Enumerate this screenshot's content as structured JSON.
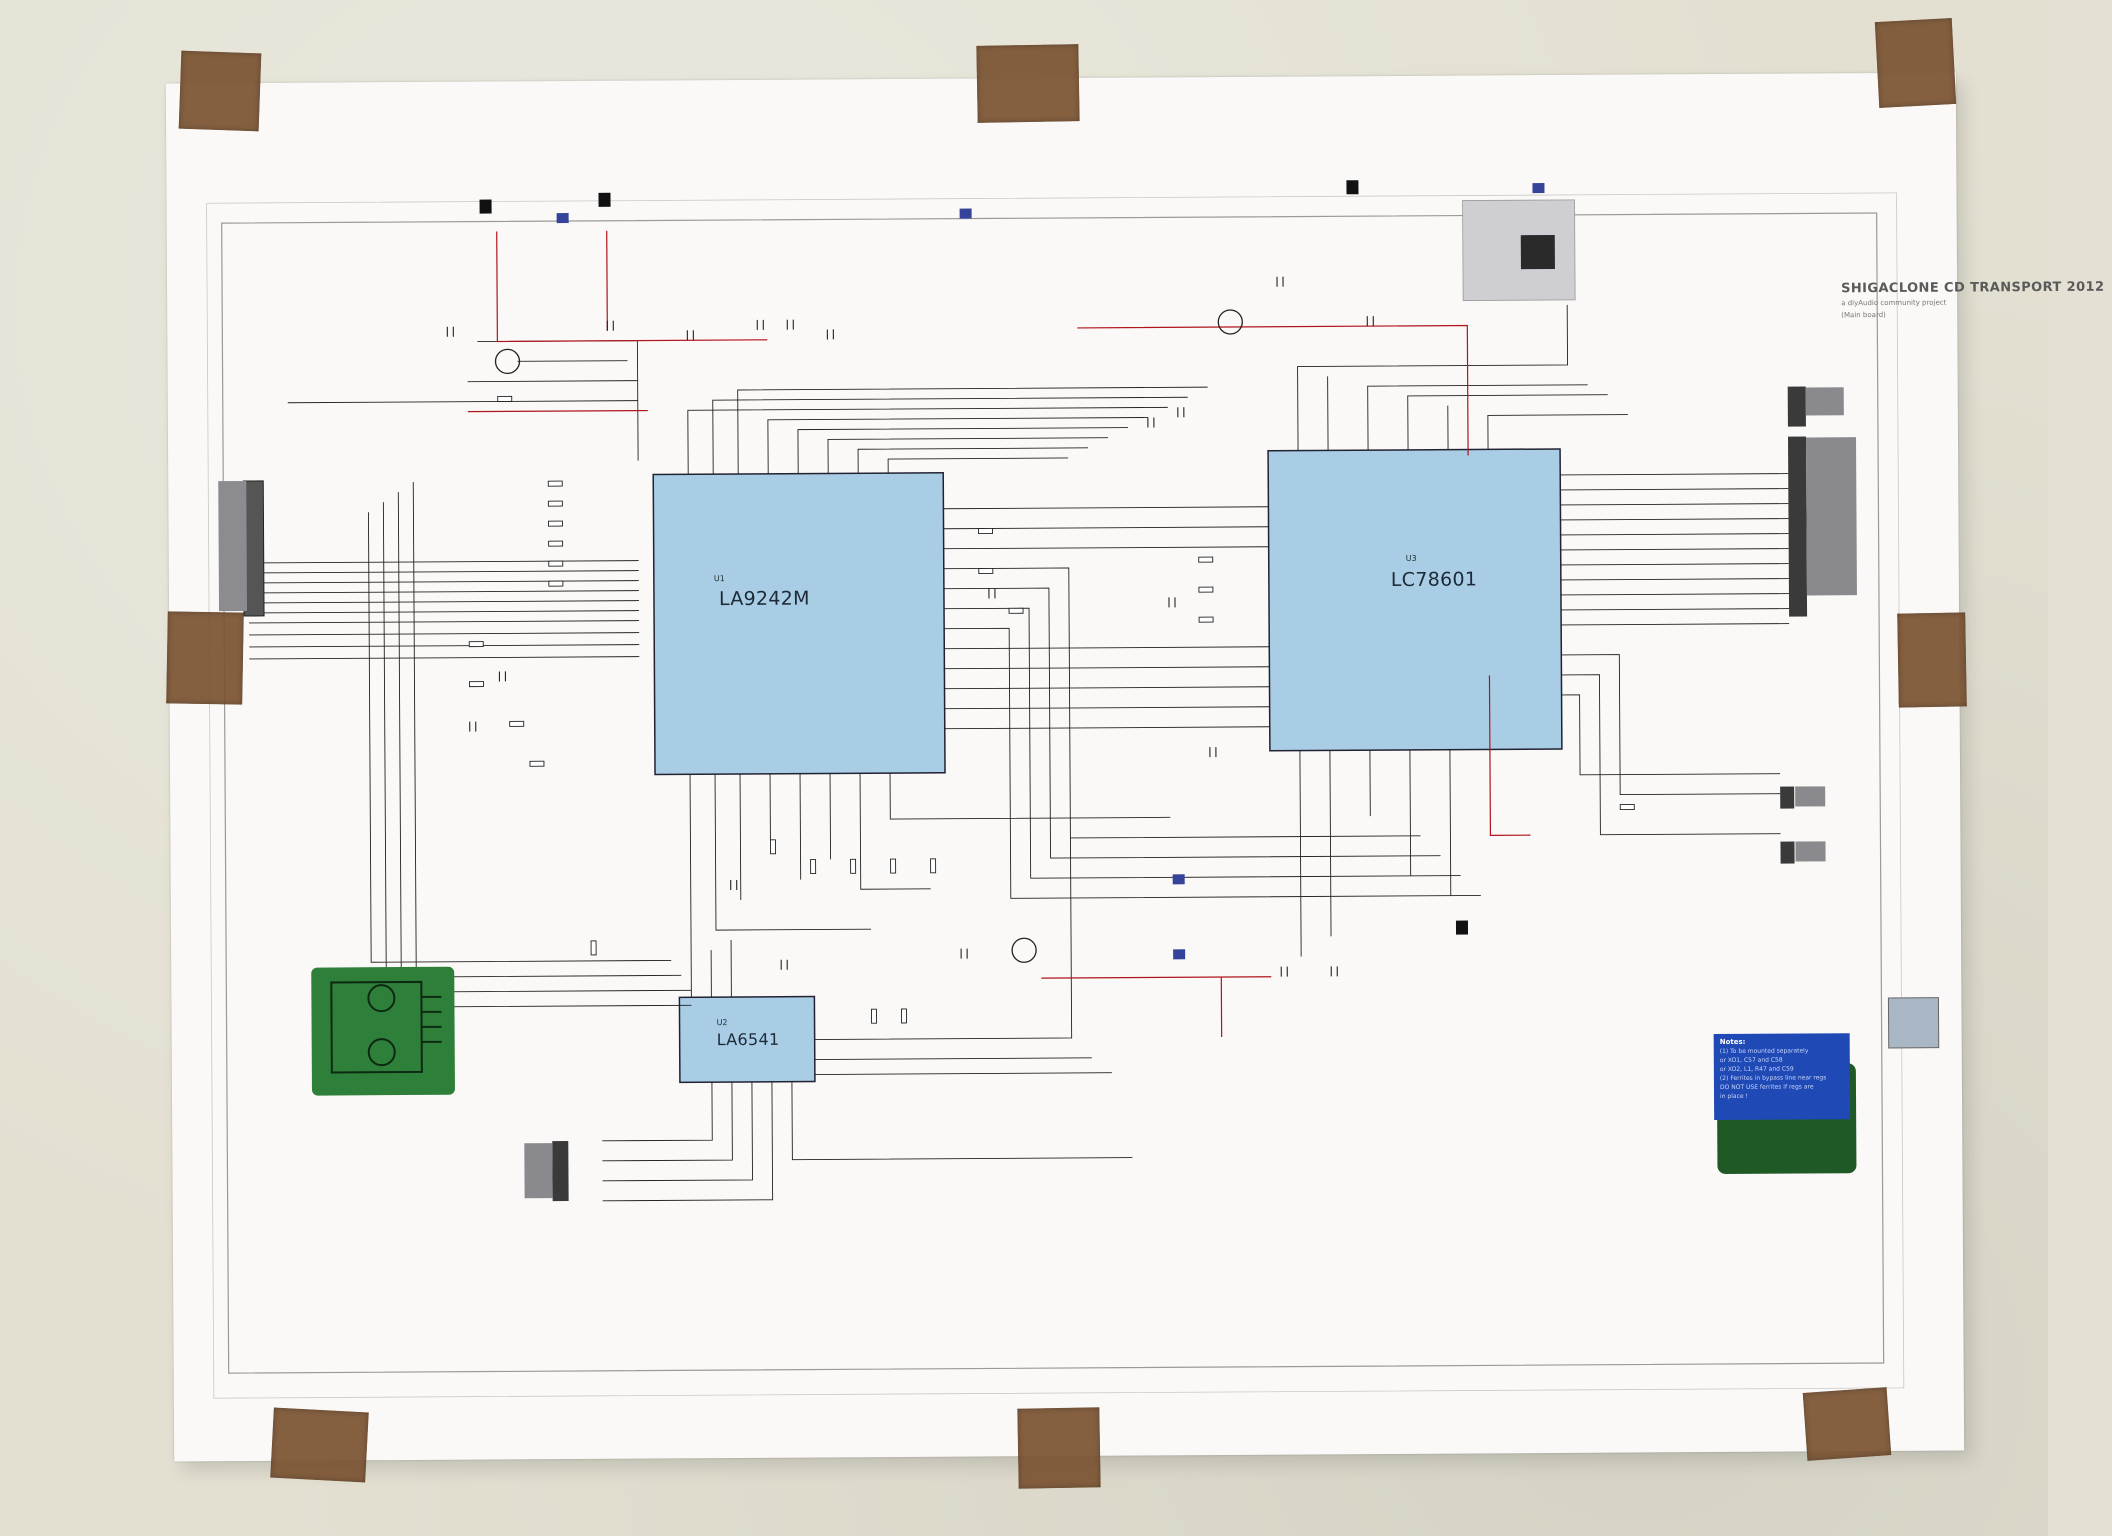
{
  "poster": {
    "title": "SHIGACLONE CD TRANSPORT 2012",
    "subtitle": "a diyAudio community project",
    "board": "(Main board)",
    "paper_color": "#fbf9f7",
    "tape_color": "#7b5433",
    "wire_color": "#222222",
    "power_wire_color": "#b0141c"
  },
  "chips": [
    {
      "designator": "U1",
      "part": "LA9242M",
      "color": "#a9cde4"
    },
    {
      "designator": "U3",
      "part": "LC78601",
      "color": "#a9cde4"
    },
    {
      "designator": "U2",
      "part": "LA6541",
      "color": "#a9cde4"
    }
  ],
  "notes": {
    "heading": "Notes:",
    "lines": [
      "(1) To be mounted separately",
      "or XO1, C57 and C58",
      "or XO2, L1, R47 and C59",
      "(2) Ferrites in bypass line near regs",
      "DO NOT USE ferrites if regs are",
      "in place !"
    ],
    "color": "#1f49b4"
  },
  "icons": [
    "tape-icon",
    "transistor-icon",
    "connector-icon",
    "pcb-icon"
  ]
}
